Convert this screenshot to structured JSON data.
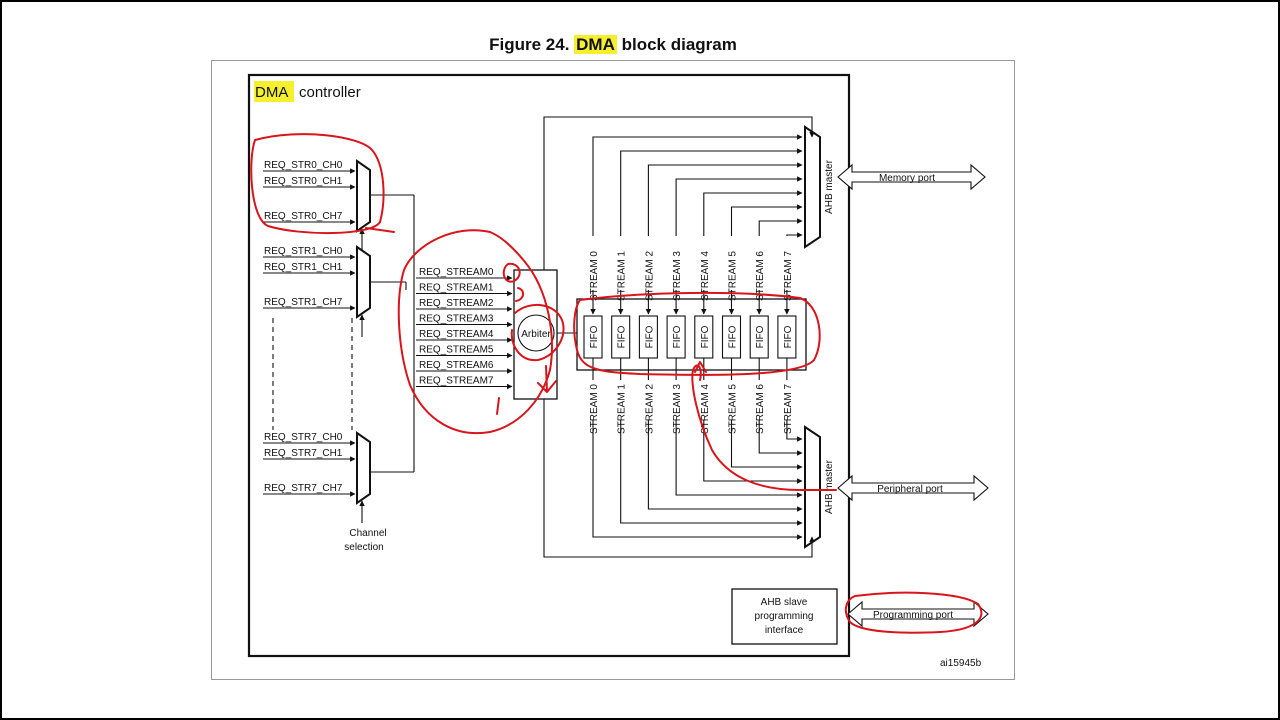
{
  "title": {
    "prefix": "Figure 24.",
    "highlight": "DMA",
    "suffix": "block diagram"
  },
  "controller": {
    "highlight": "DMA",
    "suffix": "controller"
  },
  "request_groups": [
    [
      "REQ_STR0_CH0",
      "REQ_STR0_CH1",
      "REQ_STR0_CH7"
    ],
    [
      "REQ_STR1_CH0",
      "REQ_STR1_CH1",
      "REQ_STR1_CH7"
    ],
    [
      "REQ_STR7_CH0",
      "REQ_STR7_CH1",
      "REQ_STR7_CH7"
    ]
  ],
  "channel_selection": [
    "Channel",
    "selection"
  ],
  "stream_requests": [
    "REQ_STREAM0",
    "REQ_STREAM1",
    "REQ_STREAM2",
    "REQ_STREAM3",
    "REQ_STREAM4",
    "REQ_STREAM5",
    "REQ_STREAM6",
    "REQ_STREAM7"
  ],
  "arbiter": "Arbiter",
  "streams": [
    "STREAM 0",
    "STREAM 1",
    "STREAM 2",
    "STREAM 3",
    "STREAM 4",
    "STREAM 5",
    "STREAM 6",
    "STREAM 7"
  ],
  "fifo": "FIFO",
  "ahb_master": "AHB master",
  "ports": {
    "memory": "Memory port",
    "peripheral": "Peripheral port",
    "programming": "Programming port"
  },
  "ahb_slave": [
    "AHB slave",
    "programming",
    "interface"
  ],
  "figure_code": "ai15945b",
  "colors": {
    "highlight": "#f5ef2e",
    "annotation": "#d8151b",
    "line": "#111111"
  }
}
